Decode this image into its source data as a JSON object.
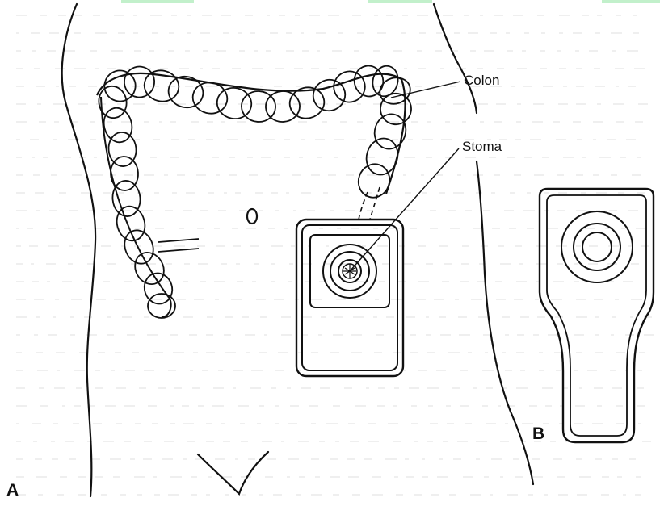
{
  "figure": {
    "callouts": {
      "colon": "Colon",
      "stoma": "Stoma"
    },
    "panels": {
      "a": "A",
      "b": "B"
    }
  },
  "colors": {
    "ink": "#111111",
    "paper": "#ffffff",
    "bleed_text": "#9a9a9a",
    "top_tint": "#8fe3a0"
  }
}
